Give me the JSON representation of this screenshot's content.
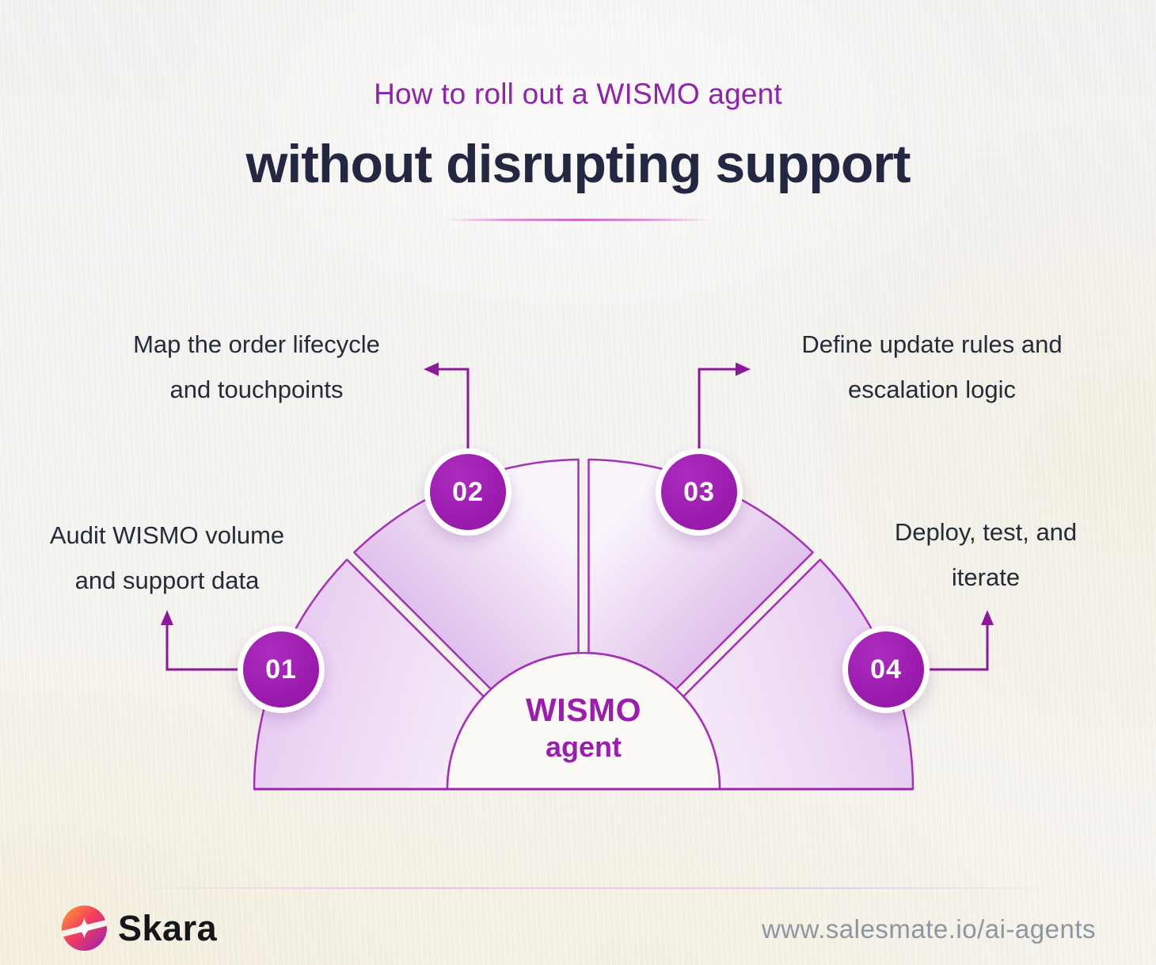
{
  "header": {
    "eyebrow": "How to roll out a WISMO agent",
    "title": "without disrupting support"
  },
  "steps": [
    {
      "num": "01",
      "line1": "Audit WISMO volume",
      "line2": "and support data"
    },
    {
      "num": "02",
      "line1": "Map the order lifecycle",
      "line2": "and touchpoints"
    },
    {
      "num": "03",
      "line1": "Define update rules and",
      "line2": "escalation logic"
    },
    {
      "num": "04",
      "line1": "Deploy, test, and",
      "line2": "iterate"
    }
  ],
  "center": {
    "line1": "WISMO",
    "line2": "agent"
  },
  "footer": {
    "brand": "Skara",
    "logo_icon": "sparkle-circle-icon",
    "url": "www.salesmate.io/ai-agents"
  },
  "colors": {
    "eyebrow_purple": "#8E24A8",
    "heading_dark": "#232741",
    "label_dark": "#242B39",
    "step_circle_purple": "#9C1DAF",
    "wedge_stroke": "#A431B7",
    "wedge_fill_dark": "#DFBFEA",
    "wedge_fill_light": "#FAF5FC",
    "connector_purple": "#8C189C",
    "center_text_purple": "#9A1DAD",
    "url_gray": "#8D96A1",
    "logo_gradient": [
      "#FF9F2E",
      "#F43F5E",
      "#9B1FB0"
    ]
  }
}
